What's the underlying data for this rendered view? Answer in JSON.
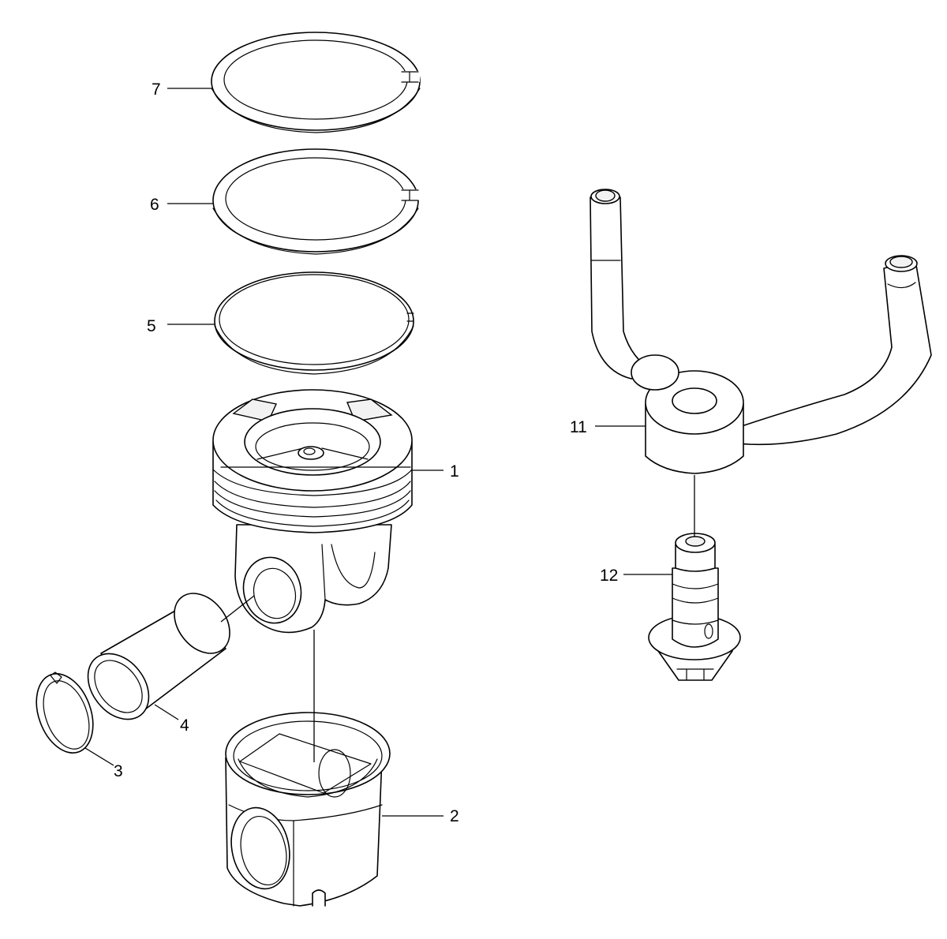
{
  "callouts": [
    {
      "id": "7",
      "label": "7"
    },
    {
      "id": "6",
      "label": "6"
    },
    {
      "id": "5",
      "label": "5"
    },
    {
      "id": "1",
      "label": "1"
    },
    {
      "id": "11",
      "label": "11"
    },
    {
      "id": "12",
      "label": "12"
    },
    {
      "id": "4",
      "label": "4"
    },
    {
      "id": "3",
      "label": "3"
    },
    {
      "id": "2",
      "label": "2"
    }
  ],
  "colors": {
    "line": "#000000",
    "background": "#ffffff"
  }
}
